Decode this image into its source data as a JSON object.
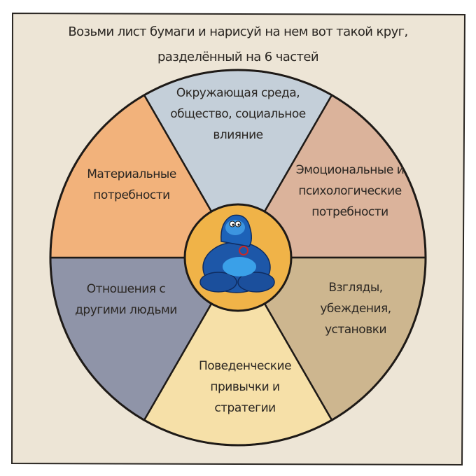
{
  "title": {
    "line1": "Возьми лист бумаги и нарисуй на нем вот такой круг,",
    "line2": "разделённый на 6 частей"
  },
  "colors": {
    "paper": "#ede5d6",
    "environment": "#c4cfd9",
    "emotional": "#dbb39b",
    "views": "#cdb68f",
    "behavior": "#f6e0a8",
    "relations": "#8f94a8",
    "material": "#f2b27b",
    "center": "#f0b348",
    "figure": "#1d5bb0"
  },
  "segments": [
    {
      "id": "environment",
      "lines": [
        "Окружающая среда,",
        "общество, социальное",
        "влияние"
      ]
    },
    {
      "id": "emotional",
      "lines": [
        "Эмоциональные и",
        "психологические",
        "потребности"
      ]
    },
    {
      "id": "views",
      "lines": [
        "Взгляды,",
        "убеждения,",
        "установки"
      ]
    },
    {
      "id": "behavior",
      "lines": [
        "Поведенческие",
        "привычки и",
        "стратегии"
      ]
    },
    {
      "id": "relations",
      "lines": [
        "Отношения с",
        "другими людьми"
      ]
    },
    {
      "id": "material",
      "lines": [
        "Материальные",
        "потребности"
      ]
    }
  ],
  "center_icon": "meditating-blue-creature-icon"
}
